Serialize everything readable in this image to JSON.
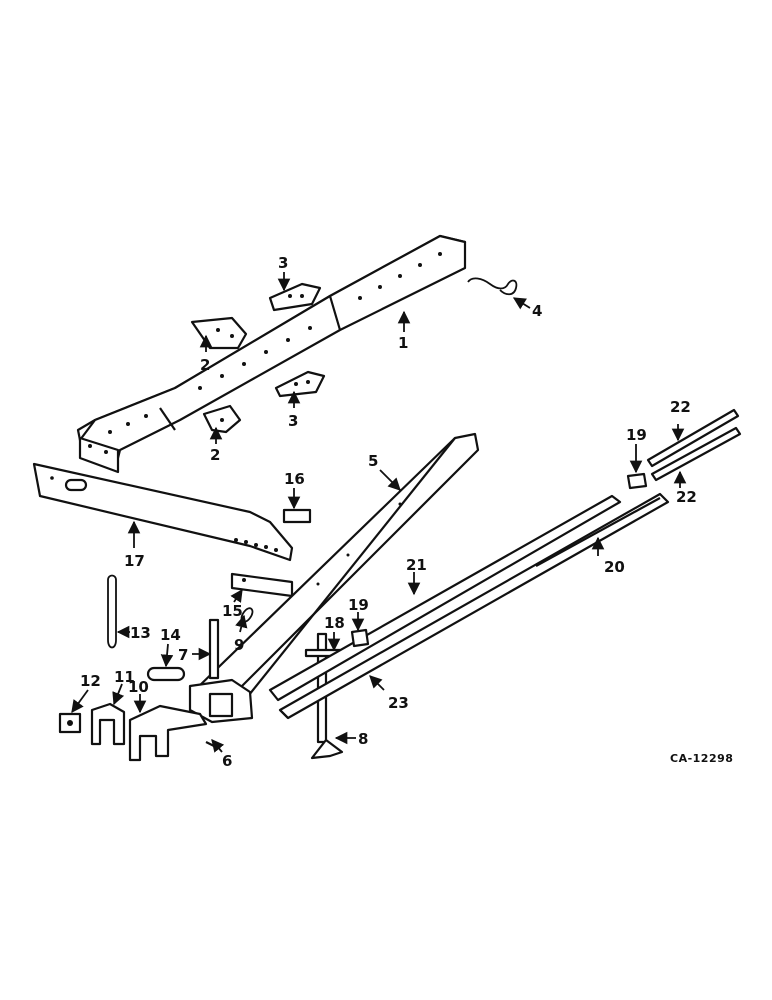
{
  "figure_ref": "CA-12298",
  "callouts": {
    "c1": "1",
    "c2a": "2",
    "c2b": "2",
    "c3a": "3",
    "c3b": "3",
    "c4": "4",
    "c5": "5",
    "c6": "6",
    "c7": "7",
    "c8": "8",
    "c9": "9",
    "c10": "10",
    "c11": "11",
    "c12": "12",
    "c13": "13",
    "c14": "14",
    "c15": "15",
    "c16": "16",
    "c17": "17",
    "c18": "18",
    "c19a": "19",
    "c19b": "19",
    "c20": "20",
    "c21": "21",
    "c22a": "22",
    "c22b": "22",
    "c23": "23"
  }
}
